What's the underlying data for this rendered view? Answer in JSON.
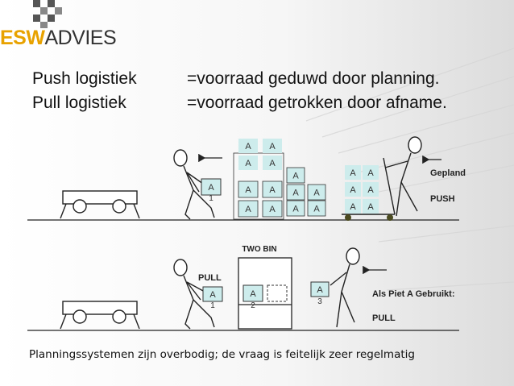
{
  "logo": {
    "brand_accent": "ESW",
    "brand_rest": "ADVIES",
    "accent_color": "#e8a200"
  },
  "header": {
    "push_term": "Push logistiek",
    "push_def": "=voorraad geduwd door planning.",
    "pull_term": "Pull logistiek",
    "pull_def": "=voorraad getrokken door afname."
  },
  "push_scene": {
    "box_letter": "A",
    "carried_box_number": "1",
    "side_label_1": "Gepland",
    "side_label_2": "PUSH"
  },
  "pull_scene": {
    "box_letter": "A",
    "bin_label": "TWO BIN",
    "left_label": "PULL",
    "box1_number": "1",
    "box2_number": "2",
    "box3_number": "3",
    "side_label_1": "Als Piet A Gebruikt:",
    "side_label_2": "PULL"
  },
  "footer": {
    "text": "Planningssystemen zijn overbodig; de vraag is feitelijk zeer regelmatig"
  },
  "colors": {
    "box_fill": "#cdecec",
    "box_stroke": "#333333",
    "line": "#222222",
    "wheel": "#4a4a20"
  }
}
